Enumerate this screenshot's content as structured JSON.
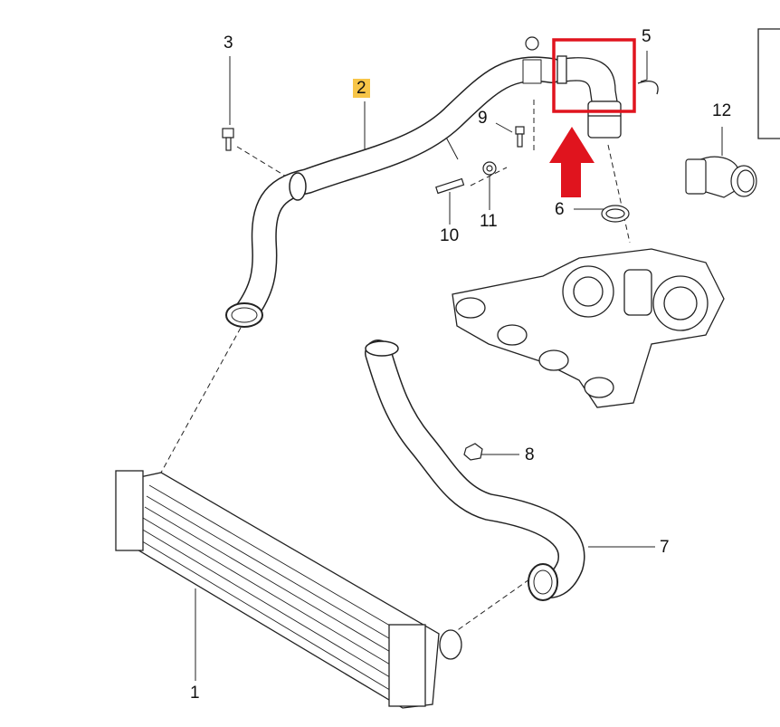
{
  "callouts": {
    "c1": "1",
    "c2": "2",
    "c3": "3",
    "c5": "5",
    "c6": "6",
    "c7": "7",
    "c8": "8",
    "c9": "9",
    "c10": "10",
    "c11": "11",
    "c12": "12"
  },
  "highlighted_part": "2",
  "colors": {
    "highlight": "#f7c548",
    "marker": "#e0141e",
    "line": "#222222"
  }
}
